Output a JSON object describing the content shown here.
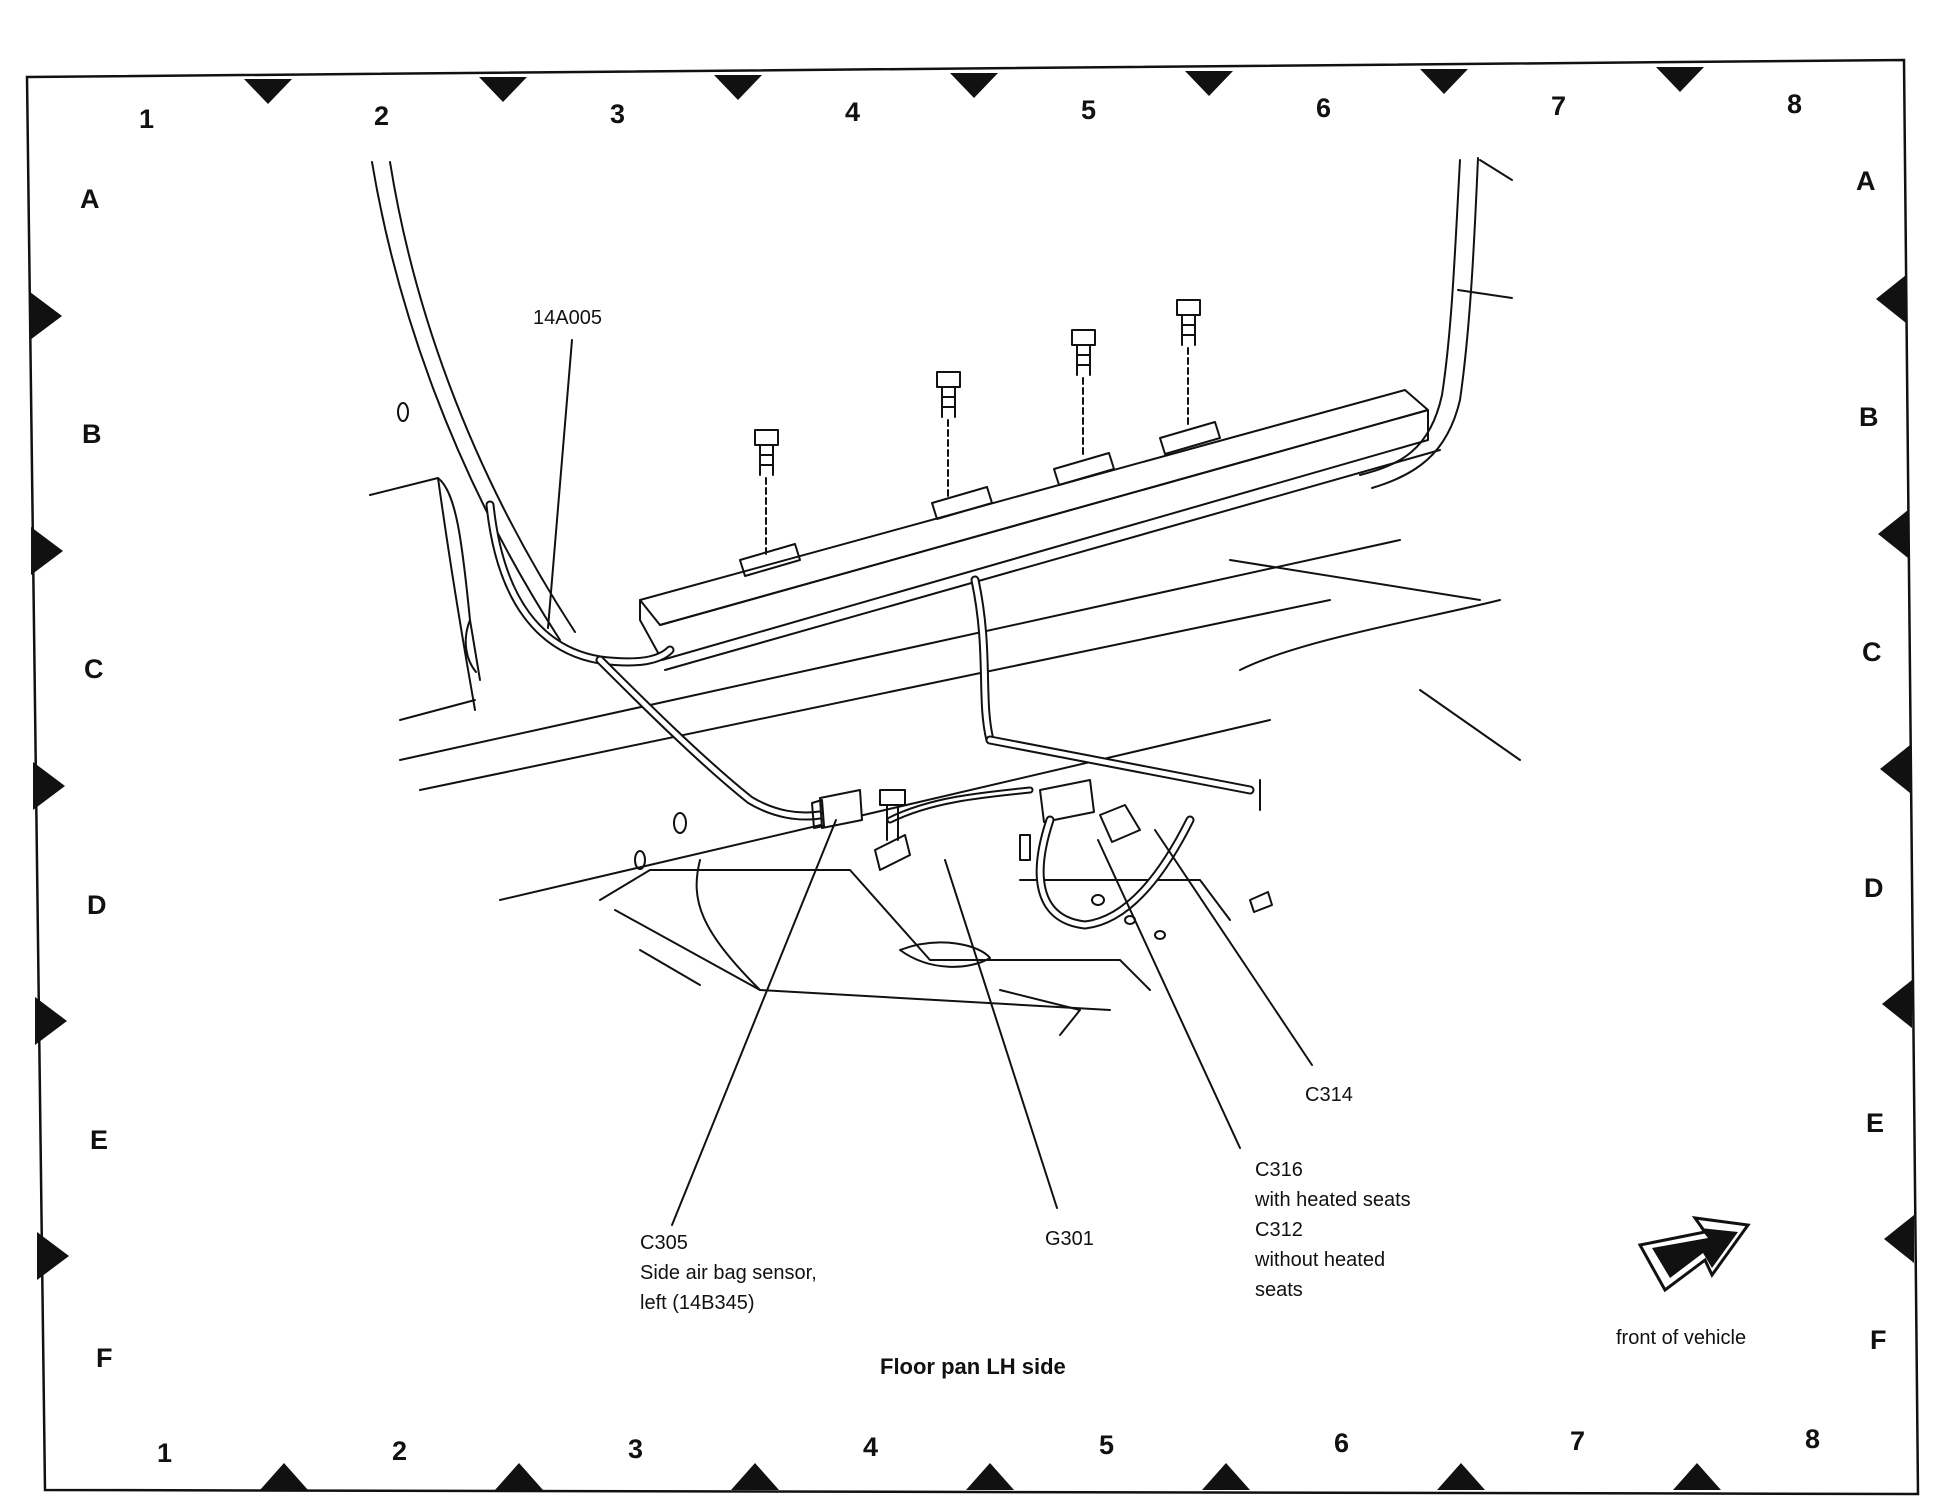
{
  "grid": {
    "columns": [
      "1",
      "2",
      "3",
      "4",
      "5",
      "6",
      "7",
      "8"
    ],
    "rows": [
      "A",
      "B",
      "C",
      "D",
      "E",
      "F"
    ]
  },
  "callouts": {
    "harness": "14A005",
    "c305_id": "C305",
    "c305_desc1": "Side air bag sensor,",
    "c305_desc2": "left (14B345)",
    "g301": "G301",
    "c314": "C314",
    "c316_id": "C316",
    "c316_desc": "with heated seats",
    "c312_id": "C312",
    "c312_desc1": "without heated",
    "c312_desc2": "seats"
  },
  "front_arrow_label": "front of vehicle",
  "caption": "Floor pan LH side"
}
